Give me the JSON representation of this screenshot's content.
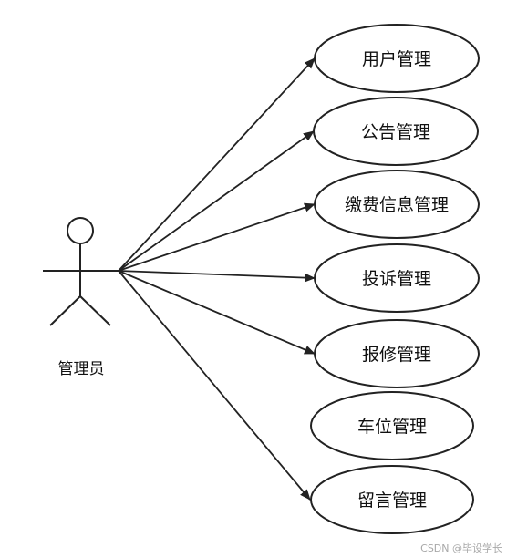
{
  "actor": {
    "label": "管理员"
  },
  "use_cases": [
    {
      "id": "user",
      "label": "用户管理",
      "connected": true
    },
    {
      "id": "notice",
      "label": "公告管理",
      "connected": true
    },
    {
      "id": "payment",
      "label": "缴费信息管理",
      "connected": true
    },
    {
      "id": "complaint",
      "label": "投诉管理",
      "connected": true
    },
    {
      "id": "repair",
      "label": "报修管理",
      "connected": true
    },
    {
      "id": "parking",
      "label": "车位管理",
      "connected": false
    },
    {
      "id": "message",
      "label": "留言管理",
      "connected": true
    }
  ],
  "watermark": "CSDN @毕设学长"
}
